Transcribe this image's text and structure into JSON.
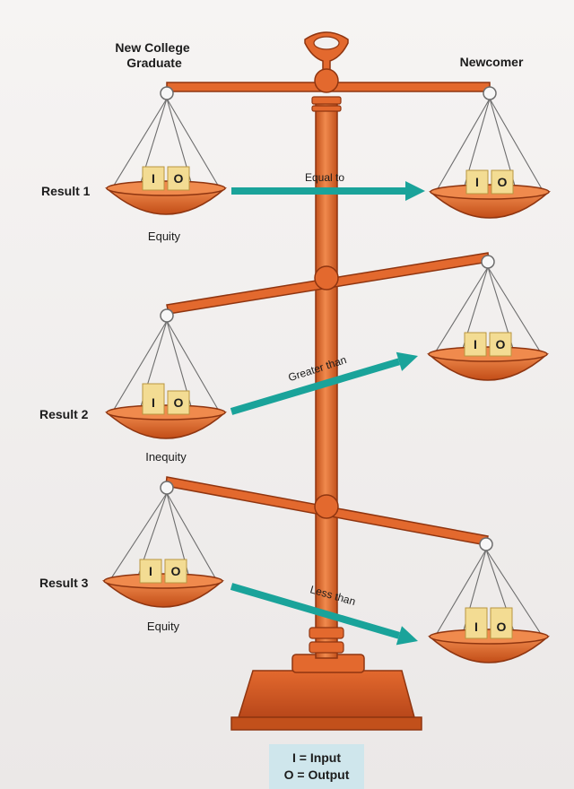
{
  "left_title": "New College\nGraduate",
  "right_title": "Newcomer",
  "input_letter": "I",
  "output_letter": "O",
  "results": [
    {
      "label": "Result 1",
      "comparison": "Equal to",
      "outcome": "Equity"
    },
    {
      "label": "Result 2",
      "comparison": "Greater than",
      "outcome": "Inequity"
    },
    {
      "label": "Result 3",
      "comparison": "Less than",
      "outcome": "Equity"
    }
  ],
  "legend": {
    "input": "I = Input",
    "output": "O = Output"
  },
  "colors": {
    "orange": "#e3692e",
    "orange_dark": "#c2501b",
    "orange_light": "#f08a4d",
    "teal": "#1aa39a",
    "block": "#f3dc93",
    "legend_bg": "#cfe6ec"
  }
}
